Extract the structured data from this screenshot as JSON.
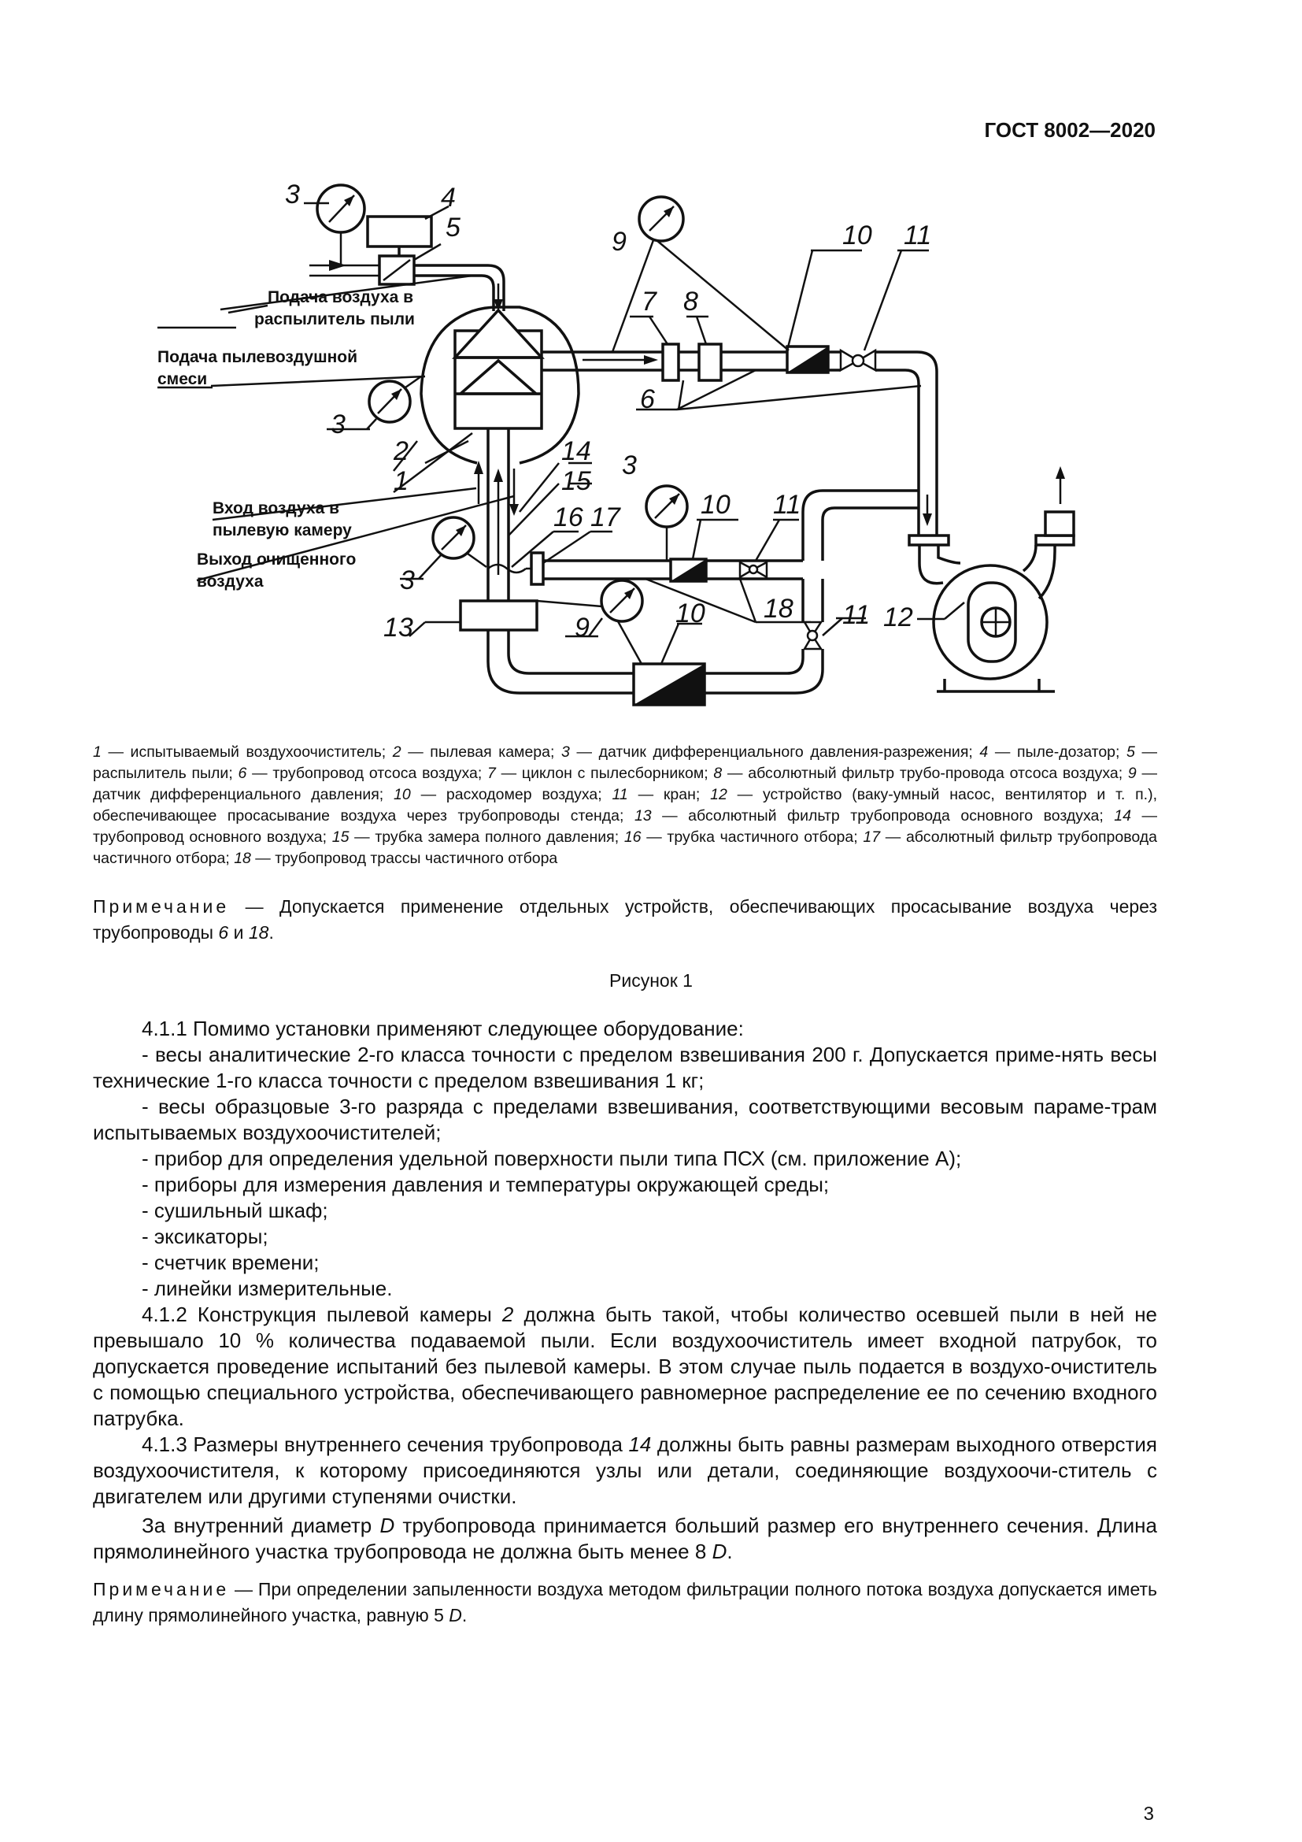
{
  "header": {
    "standard": "ГОСТ 8002—2020"
  },
  "figure": {
    "labels": {
      "n3a": "3",
      "n4": "4",
      "n5": "5",
      "n9a": "9",
      "n7": "7",
      "n8": "8",
      "n10a": "10",
      "n11a": "11",
      "n6": "6",
      "n3b": "3",
      "n2": "2",
      "n1": "1",
      "n14": "14",
      "n15": "15",
      "n3c": "3",
      "n10b": "10",
      "n11b": "11",
      "n16": "16",
      "n17": "17",
      "n18": "18",
      "n3d": "3",
      "n9b": "9",
      "n10c": "10",
      "n11c": "11",
      "n12": "12",
      "n13": "13"
    },
    "texts": {
      "air_supply_1": "Подача воздуха в",
      "air_supply_2": "распылитель пыли",
      "mix_supply_1": "Подача пылевоздушной",
      "mix_supply_2": "смеси",
      "air_in_1": "Вход воздуха в",
      "air_in_2": "пылевую камеру",
      "air_out_1": "Выход очищенного",
      "air_out_2": "воздуха"
    }
  },
  "legend": [
    {
      "num": "1",
      "text": " — испытываемый воздухоочиститель; "
    },
    {
      "num": "2",
      "text": " — пылевая камера; "
    },
    {
      "num": "3",
      "text": " — датчик дифференциального давления-разрежения; "
    },
    {
      "num": "4",
      "text": " — пыле-дозатор; "
    },
    {
      "num": "5",
      "text": " — распылитель пыли; "
    },
    {
      "num": "6",
      "text": " — трубопровод отсоса воздуха; "
    },
    {
      "num": "7",
      "text": " — циклон с пылесборником; "
    },
    {
      "num": "8",
      "text": " — абсолютный фильтр трубо-провода отсоса воздуха; "
    },
    {
      "num": "9",
      "text": " — датчик дифференциального давления; "
    },
    {
      "num": "10",
      "text": " — расходомер воздуха; "
    },
    {
      "num": "11",
      "text": " — кран; "
    },
    {
      "num": "12",
      "text": " — устройство (ваку-умный насос, вентилятор и т. п.), обеспечивающее просасывание воздуха через трубопроводы стенда; "
    },
    {
      "num": "13",
      "text": " — абсолютный фильтр трубопровода основного воздуха; "
    },
    {
      "num": "14",
      "text": " — трубопровод основного воздуха; "
    },
    {
      "num": "15",
      "text": " — трубка замера полного давления; "
    },
    {
      "num": "16",
      "text": " — трубка частичного отбора; "
    },
    {
      "num": "17",
      "text": " — абсолютный фильтр трубопровода частичного отбора; "
    },
    {
      "num": "18",
      "text": " — трубопровод трассы частичного отбора"
    }
  ],
  "note1": {
    "label": "Примечание",
    "text_a": " — Допускается применение отдельных устройств, обеспечивающих просасывание воздуха через трубопроводы ",
    "ref_a": "6",
    "mid": " и ",
    "ref_b": "18",
    "end": "."
  },
  "caption": "Рисунок 1",
  "body": {
    "p1": "4.1.1 Помимо установки применяют следующее оборудование:",
    "items": [
      "- весы аналитические 2-го класса точности с пределом взвешивания 200 г. Допускается приме-нять весы технические 1-го класса точности с пределом взвешивания 1 кг;",
      "- весы образцовые 3-го разряда с пределами взвешивания, соответствующими весовым параме-трам испытываемых воздухоочистителей;",
      "- прибор для определения удельной поверхности пыли типа ПСХ (см. приложение А);",
      "- приборы для измерения давления и температуры окружающей среды;",
      "- сушильный шкаф;",
      "- эксикаторы;",
      "- счетчик времени;",
      "- линейки измерительные."
    ],
    "p2a": "4.1.2 Конструкция пылевой камеры ",
    "p2ref": "2",
    "p2b": " должна быть такой, чтобы количество осевшей пыли в ней не превышало 10 % количества подаваемой пыли. Если воздухоочиститель имеет входной патрубок, то допускается проведение испытаний без пылевой камеры. В этом случае пыль подается в воздухо-очиститель с помощью специального устройства, обеспечивающего равномерное распределение ее по сечению входного патрубка.",
    "p3a": "4.1.3 Размеры внутреннего сечения трубопровода ",
    "p3ref": "14",
    "p3b": " должны быть равны размерам выходного отверстия воздухоочистителя, к которому присоединяются узлы или детали, соединяющие воздухоочи-ститель с двигателем или другими ступенями очистки.",
    "p4a": "За внутренний диаметр ",
    "p4ref": "D",
    "p4b": " трубопровода принимается больший размер его внутреннего сечения. Длина прямолинейного участка трубопровода не должна быть менее 8 ",
    "p4ref2": "D",
    "p4c": "."
  },
  "note2": {
    "label": "Примечание",
    "text": " — При определении запыленности воздуха методом фильтрации полного потока воздуха допускается иметь длину прямолинейного участка, равную 5 ",
    "ref": "D",
    "end": "."
  },
  "page_number": "3"
}
